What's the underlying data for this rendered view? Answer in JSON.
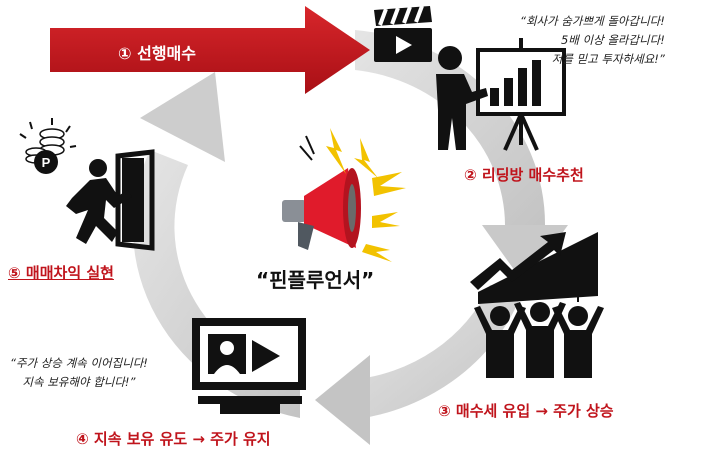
{
  "steps": {
    "s1": "① 선행매수",
    "s2": "② 리딩방 매수추천",
    "s3": "③ 매수세 유입 → 주가 상승",
    "s4": "④ 지속 보유 유도 → 주가 유지",
    "s5": "⑤ 매매차익 실현"
  },
  "center_label": "“핀플루언서”",
  "quote_top": [
    "“회사가 숨가쁘게 돌아갑니다!",
    "5배 이상 올라갑니다!",
    "저를 믿고 투자하세요!”"
  ],
  "quote_bottom": [
    "“주가 상승 계속 이어집니다!",
    "지속 보유해야 합니다!”"
  ],
  "colors": {
    "accent_red": "#c0141c",
    "arrow_red": "#c8161d",
    "cycle_gray": "#cfcfcf",
    "icon_black": "#111111",
    "spark_yellow": "#f2c200"
  },
  "icons": [
    "clapperboard-icon",
    "presenter-chart-icon",
    "coins-icon",
    "running-exit-icon",
    "megaphone-icon",
    "rising-chart-icon",
    "cheering-crowd-icon",
    "video-monitor-icon"
  ]
}
